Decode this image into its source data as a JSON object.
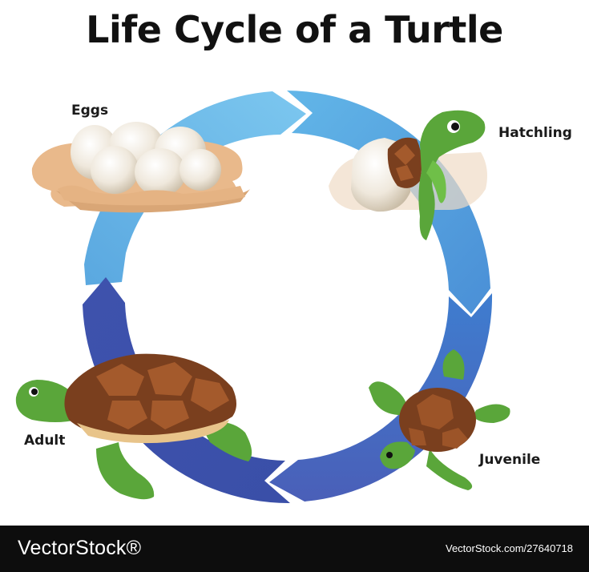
{
  "title": "Life Cycle of a Turtle",
  "stages": {
    "eggs": "Eggs",
    "hatchling": "Hatchling",
    "juvenile": "Juvenile",
    "adult": "Adult"
  },
  "footer": {
    "brand": "VectorStock®",
    "id": "VectorStock.com/27640718"
  },
  "colors": {
    "arrow_light": "#6fc0ea",
    "arrow_mid": "#4a90d8",
    "arrow_dark": "#3a4fa8",
    "shell": "#8a4a22",
    "skin": "#5aa63a",
    "sand": "#e8b888",
    "footer_bg": "#0d0d0d"
  }
}
